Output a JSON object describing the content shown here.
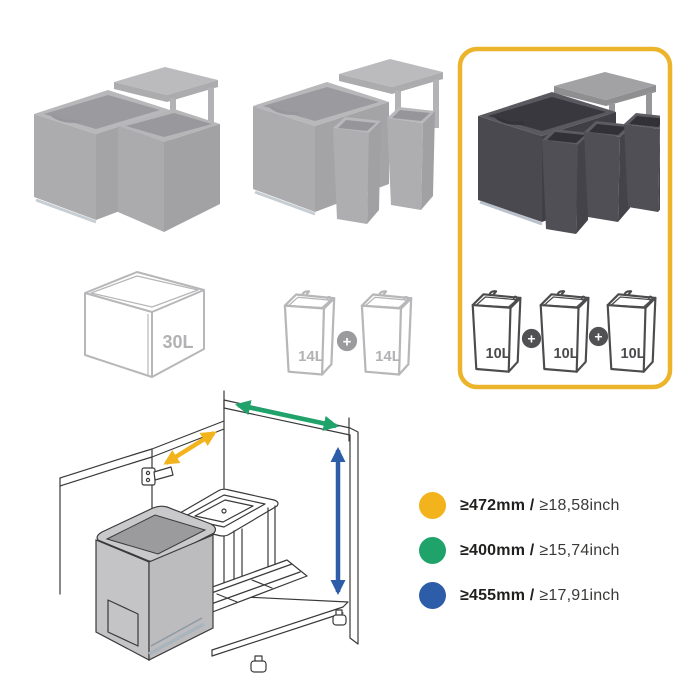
{
  "options": {
    "option_1": {
      "capacity_labels": [
        "30L"
      ]
    },
    "option_2": {
      "capacity_labels": [
        "14L",
        "14L"
      ],
      "plus": "+"
    },
    "option_3": {
      "capacity_labels": [
        "10L",
        "10L",
        "10L"
      ],
      "plus": "+",
      "selected": true
    }
  },
  "highlight_color": "#EBB42A",
  "legend": {
    "rows": [
      {
        "color": "#F2B31C",
        "metric": "≥472mm /",
        "imperial": "≥18,58inch"
      },
      {
        "color": "#1FA36A",
        "metric": "≥400mm /",
        "imperial": "≥15,74inch"
      },
      {
        "color": "#2D5CA8",
        "metric": "≥455mm /",
        "imperial": "≥17,91inch"
      }
    ]
  }
}
